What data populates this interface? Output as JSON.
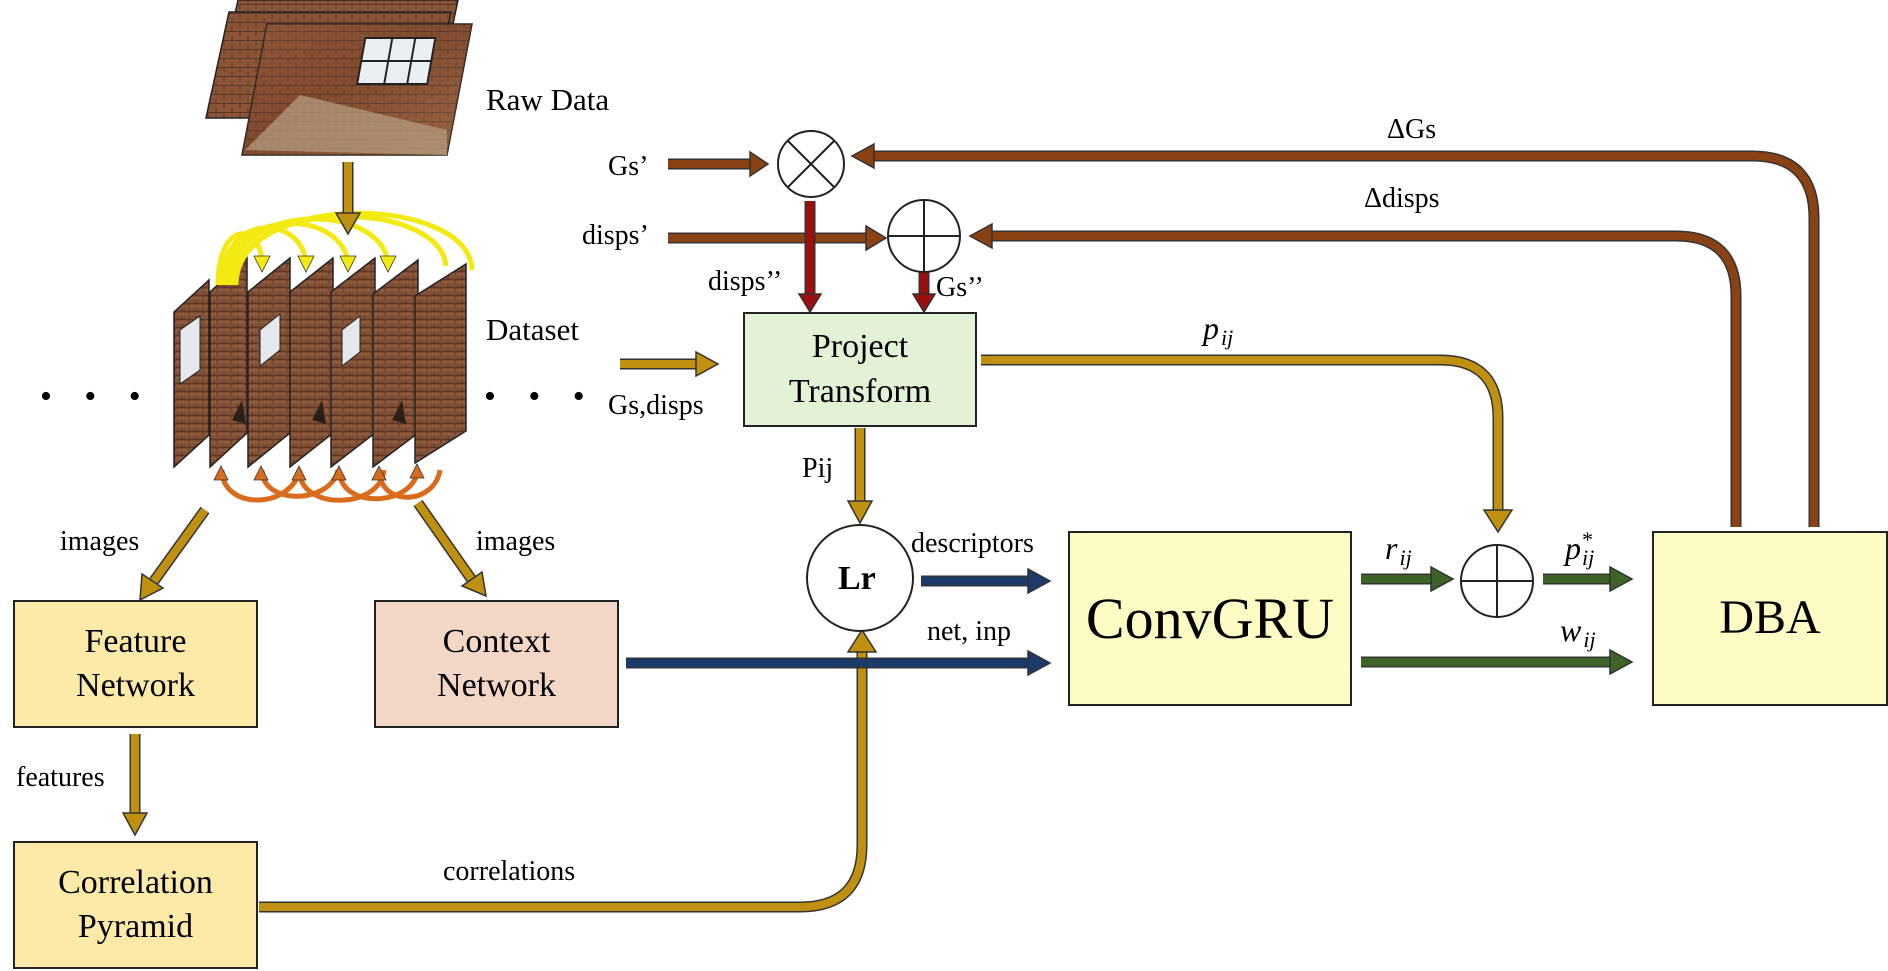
{
  "nodes": {
    "feature_network": [
      "Feature",
      "Network"
    ],
    "context_network": [
      "Context",
      "Network"
    ],
    "correlation_pyramid": [
      "Correlation",
      "Pyramid"
    ],
    "project_transform": [
      "Project",
      "Transform"
    ],
    "convgru": "ConvGRU",
    "dba": "DBA",
    "lr": "Lr"
  },
  "labels": {
    "raw_data": "Raw Data",
    "dataset": "Dataset",
    "ellipsis_left": "• • •",
    "ellipsis_right": "• • •",
    "gs_disps": "Gs,disps",
    "images_left": "images",
    "images_right": "images",
    "features": "features",
    "correlations": "correlations",
    "gs_prime": "Gs’",
    "disps_prime": "disps’",
    "disps_double_prime": "disps’’",
    "gs_double_prime": "Gs’’",
    "delta_gs": "ΔGs",
    "delta_disps": "Δdisps",
    "pij_upper": "Pij",
    "descriptors": "descriptors",
    "net_inp": "net, inp",
    "p_ij": {
      "base": "p",
      "sub": "ij"
    },
    "r_ij": {
      "base": "r",
      "sub": "ij"
    },
    "p_star_ij": {
      "base": "p",
      "sup": "*",
      "sub": "ij"
    },
    "w_ij": {
      "base": "w",
      "sub": "ij"
    }
  },
  "operators": {
    "multiply_symbol": "⊗",
    "add_symbol": "⊕"
  },
  "colors": {
    "gold_arrow": "#c09010",
    "brown_arrow": "#8a4214",
    "red_arrow": "#9c0f0f",
    "blue_arrow": "#1c3a6a",
    "green_arrow": "#3d6326",
    "yellow_arc": "#f2ea10",
    "orange_arc": "#d96c1c"
  }
}
